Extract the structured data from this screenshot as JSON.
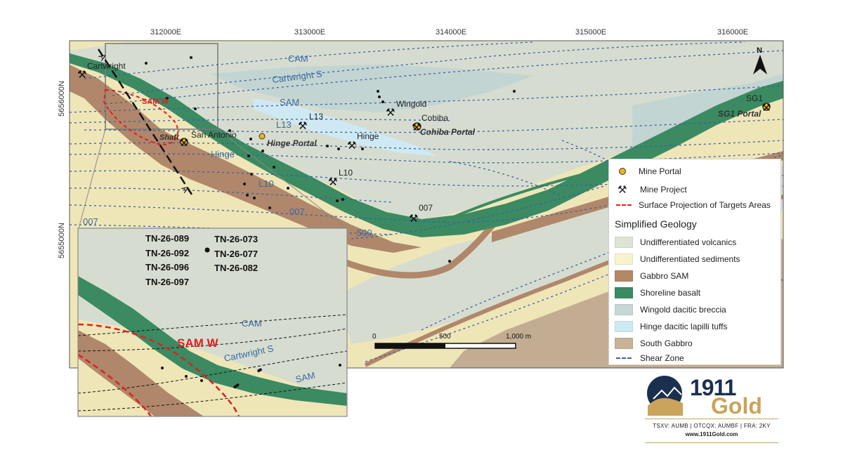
{
  "axes": {
    "eastings": [
      "312000E",
      "313000E",
      "314000E",
      "315000E",
      "316000E"
    ],
    "northings": [
      "5656000N",
      "5655000N"
    ]
  },
  "north_arrow": {
    "label": "N",
    "icon": "north-arrow-icon"
  },
  "labels": {
    "cartwright": "Cartwright",
    "cam": "CAM",
    "cartwright_s": "Cartwright S",
    "sam": "SAM",
    "sam_w": "SAM W",
    "wingold": "Wingold",
    "cohiba": "Cohiba",
    "cohiba_portal": "Cohiba Portal",
    "l13_a": "L13",
    "l13_b": "L13",
    "hinge_a": "Hinge",
    "hinge_b": "Hinge",
    "hinge_portal": "Hinge Portal",
    "shaft": "Shaft",
    "san_antonio": "San Antonio",
    "l10_a": "L10",
    "l10_b": "L10",
    "a007_a": "007",
    "a007_b": "007",
    "a007_c": "007",
    "a500": "500",
    "sg1": "SG1",
    "sg1_portal": "SG1 Portal",
    "section_a_start": "A",
    "section_a_end": "A'"
  },
  "scale_bar": {
    "ticks": [
      "0",
      "500",
      "1,000 m"
    ]
  },
  "inset": {
    "holes_left": [
      "TN-26-089",
      "TN-26-092",
      "TN-26-096",
      "TN-26-097"
    ],
    "holes_right": [
      "TN-26-073",
      "TN-26-077",
      "TN-26-082"
    ],
    "labels": {
      "cam": "CAM",
      "cartwright_s": "Cartwright S",
      "sam": "SAM",
      "sam_w": "SAM W"
    }
  },
  "legend": {
    "symbols": [
      {
        "label": "Mine Portal",
        "icon": "mine-portal-icon"
      },
      {
        "label": "Mine Project",
        "icon": "pickaxe-icon"
      },
      {
        "label": "Surface Projection of Targets Areas",
        "icon": "red-dashed-line-icon"
      }
    ],
    "geology_title": "Simplified Geology",
    "geology": [
      {
        "label": "Undifferentiated volcanics",
        "color": "#dde4d6"
      },
      {
        "label": "Undifferentiated sediments",
        "color": "#f7f3cf"
      },
      {
        "label": "Gabbro SAM",
        "color": "#b38866"
      },
      {
        "label": "Shoreline basalt",
        "color": "#3b8a62"
      },
      {
        "label": "Wingold dacitic breccia",
        "color": "#c5d8d6"
      },
      {
        "label": "Hinge dacitic lapilli tuffs",
        "color": "#cfe9f4"
      },
      {
        "label": "South Gabbro",
        "color": "#c8b298"
      }
    ],
    "shear_zone": {
      "label": "Shear Zone",
      "icon": "blue-dashed-line-icon"
    }
  },
  "colors": {
    "sediments": "#efe6b8",
    "volcanics": "#d6ddd0",
    "gabbro": "#b0876a",
    "basalt": "#3b8a62",
    "wingold": "#c3d5d2",
    "hinge": "#cfe9f4",
    "south_gabbro": "#c3ad92",
    "shear": "#3a5fa8",
    "target": "#e02020",
    "label_blue": "#3a6aa0",
    "portal": "#f0b323"
  },
  "logo": {
    "number": "1911",
    "word": "Gold",
    "tickers": "TSXV: AUMB | OTCQX: AUMBF | FRA: 2KY",
    "website": "www.1911Gold.com"
  }
}
